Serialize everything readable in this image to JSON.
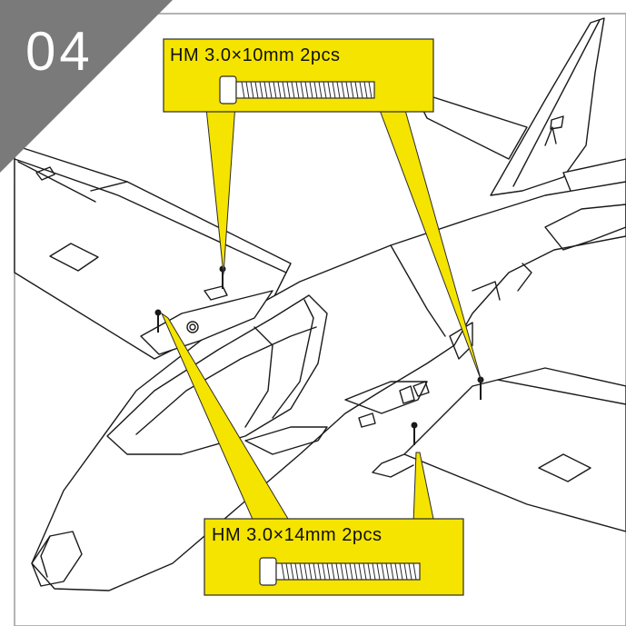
{
  "step": {
    "number": "04"
  },
  "callouts": [
    {
      "id": "upper",
      "label": "HM 3.0×10mm 2pcs",
      "part": "screw-icon"
    },
    {
      "id": "lower",
      "label": "HM 3.0×14mm 2pcs",
      "part": "screw-icon"
    }
  ],
  "colors": {
    "callout_fill": "#f5e400",
    "callout_stroke": "#2b2b2b",
    "corner_badge": "#7a7a7a",
    "line_art": "#1a1a1a"
  }
}
